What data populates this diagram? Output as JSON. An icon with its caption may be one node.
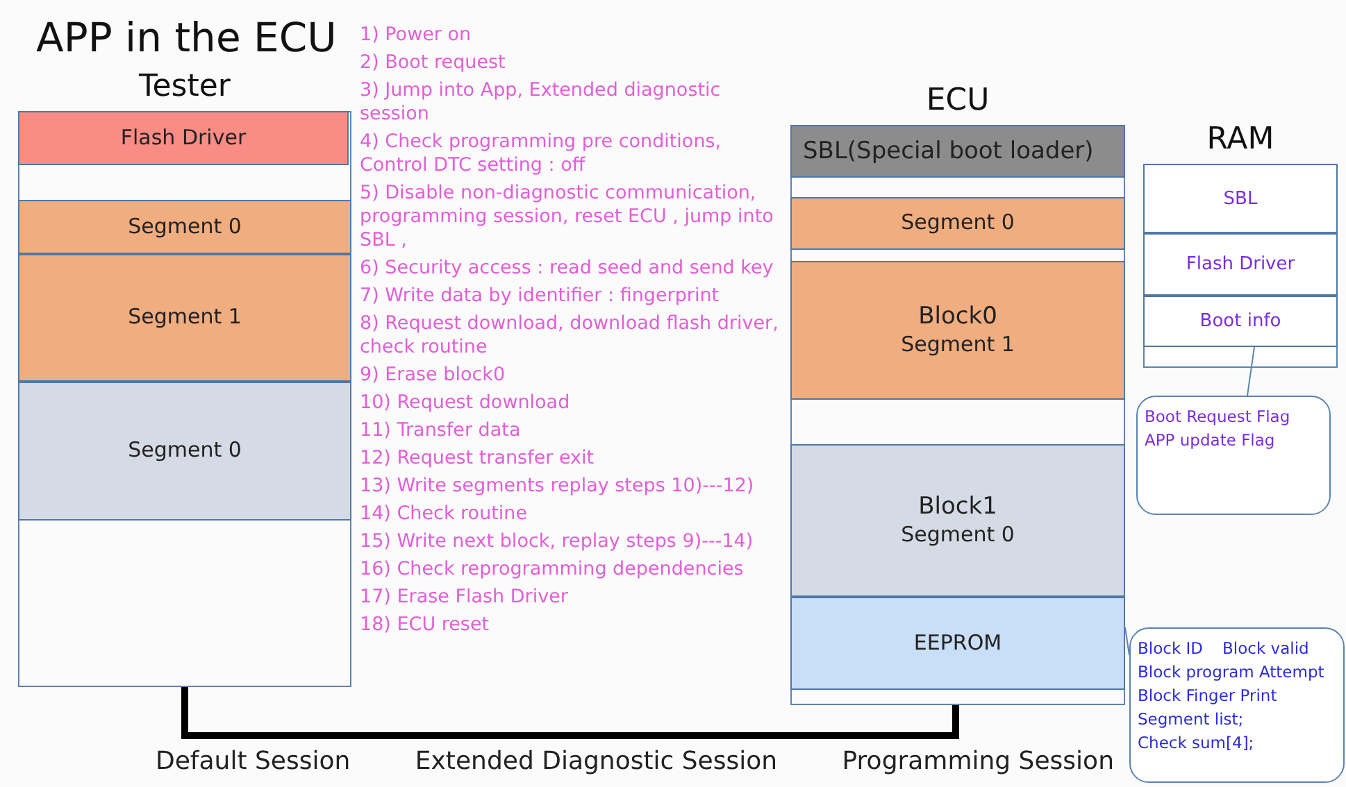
{
  "diagram": {
    "title": "APP in the ECU",
    "nodes": [
      {
        "text": [
          "Tester"
        ]
      },
      {
        "text": [
          "Flash Driver"
        ],
        "in": 0
      },
      {
        "text": [
          "Segment 0"
        ],
        "in": 0
      },
      {
        "text": [
          "Segment 1"
        ],
        "in": 0
      },
      {
        "text": [
          "Segment 0"
        ],
        "in": 0
      },
      {
        "text": [
          "ECU"
        ]
      },
      {
        "text": [
          "SBL(Special boot loader)"
        ],
        "in": 5
      },
      {
        "text": [
          "Segment 0"
        ],
        "in": 5
      },
      {
        "text": [
          "Block0",
          "Segment 1"
        ],
        "in": 5
      },
      {
        "text": [
          "Block1",
          "Segment 0"
        ],
        "in": 5
      },
      {
        "text": [
          "EEPROM"
        ],
        "in": 5
      },
      {
        "text": [
          "RAM"
        ]
      },
      {
        "text": [
          "SBL"
        ],
        "in": 11
      },
      {
        "text": [
          "Flash Driver"
        ],
        "in": 11
      },
      {
        "text": [
          "Boot info"
        ],
        "in": 11
      },
      {
        "text": [
          "Boot Request Flag APP update Flag"
        ]
      },
      {
        "text": [
          "Block ID",
          "Block valid",
          "Block program Attempt",
          "Block Finger Print",
          "Segment list;",
          "Check sum[4];"
        ]
      }
    ],
    "edges": [
      {
        "from": 0,
        "to": 5,
        "arrow": "none",
        "style": "thick",
        "color": "#000000"
      },
      {
        "from": 15,
        "to": 14,
        "arrow": "none"
      },
      {
        "from": 16,
        "to": 10,
        "arrow": "none"
      }
    ],
    "labels": [
      "1) Power on",
      "2) Boot request",
      "3) Jump into App, Extended diagnostic session",
      "4) Check programming pre conditions, Control DTC setting  : off",
      "5) Disable non-diagnostic communication, programming session, reset ECU , jump into SBL ,",
      "6) Security access : read seed and send key",
      "7) Write data by identifier : fingerprint",
      "8) Request download, download flash driver, check routine",
      "9) Erase block0",
      "10) Request download",
      "11) Transfer data",
      "12) Request transfer exit",
      "13) Write segments replay steps 10)---12)",
      "14) Check routine",
      "15) Write next block, replay steps 9)---14)",
      "16) Check reprogramming dependencies",
      "17) Erase Flash Driver",
      "18) ECU reset",
      "Default Session",
      "Extended Diagnostic Session",
      "Programming Session"
    ]
  }
}
